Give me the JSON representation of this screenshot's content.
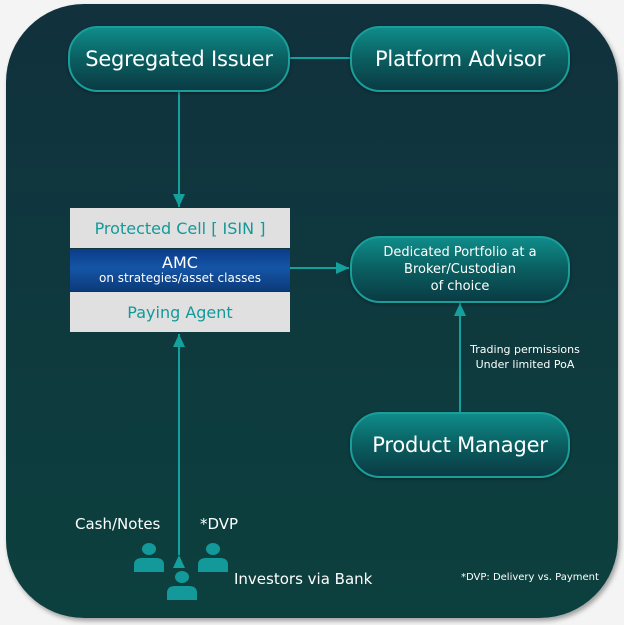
{
  "nodes": {
    "segregated_issuer": "Segregated Issuer",
    "platform_advisor": "Platform Advisor",
    "protected_cell": "Protected Cell [ ISIN ]",
    "amc_title": "AMC",
    "amc_subtitle": "on strategies/asset classes",
    "paying_agent": "Paying Agent",
    "dedicated_portfolio": [
      "Dedicated Portfolio at a",
      "Broker/Custodian",
      "of choice"
    ],
    "product_manager": "Product Manager"
  },
  "edge_labels": {
    "trading_permissions": [
      "Trading permissions",
      "Under limited PoA"
    ],
    "cash_notes": "Cash/Notes",
    "dvp": "*DVP"
  },
  "investors": {
    "label": "Investors via Bank",
    "icon": "people-group-icon"
  },
  "footnote": "*DVP: Delivery vs. Payment",
  "colors": {
    "background": "#11313d",
    "accent_teal": "#1a9e9a",
    "amc_blue": "#1555a6",
    "cell_grey": "#e0e0e0"
  }
}
